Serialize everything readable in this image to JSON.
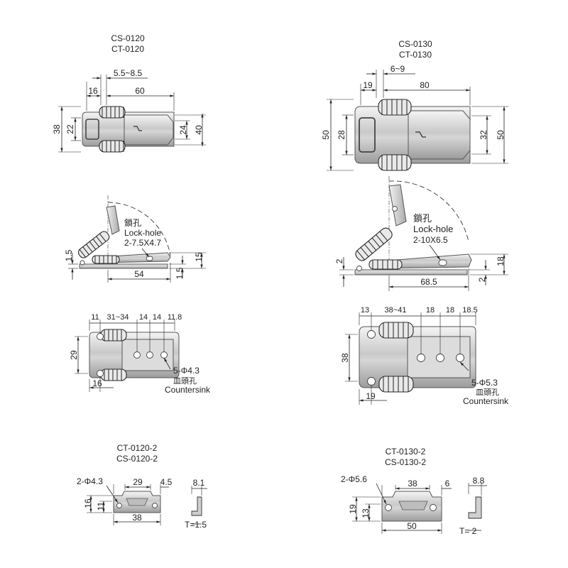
{
  "models": {
    "left": {
      "title_1": "CS-0120",
      "title_2": "CT-0120"
    },
    "right": {
      "title_1": "CS-0130",
      "title_2": "CT-0130"
    },
    "left_plate": {
      "title_1": "CT-0120-2",
      "title_2": "CS-0120-2"
    },
    "right_plate": {
      "title_1": "CT-0130-2",
      "title_2": "CS-0130-2"
    }
  },
  "left_top": {
    "range": "5.5~8.5",
    "a": "16",
    "b": "60",
    "h1": "38",
    "h2": "22",
    "h3": "24",
    "h4": "40"
  },
  "right_top": {
    "range": "6~9",
    "a": "19",
    "b": "80",
    "h1": "50",
    "h2": "28",
    "h3": "32",
    "h4": "50"
  },
  "left_side": {
    "lock_cn": "鎖孔",
    "lock_en": "Lock-hole",
    "lock_size": "2-7.5X4.7",
    "d1": "1.5",
    "d2": "15",
    "d3": "54",
    "d4": "1.5"
  },
  "right_side": {
    "lock_cn": "鎖孔",
    "lock_en": "Lock-hole",
    "lock_size": "2-10X6.5",
    "d1": "2",
    "d2": "18",
    "d3": "68.5",
    "d4": "2"
  },
  "left_mount": {
    "a": "11",
    "b": "31~34",
    "c": "14",
    "d": "14",
    "e": "11.8",
    "h": "29",
    "w": "16",
    "hole": "5-Φ4.3",
    "cn": "皿頭孔",
    "en": "Countersink"
  },
  "right_mount": {
    "a": "13",
    "b": "38~41",
    "c": "18",
    "d": "18",
    "e": "18.5",
    "h": "38",
    "w": "19",
    "hole": "5-Φ5.3",
    "cn": "皿頭孔",
    "en": "Countersink"
  },
  "left_bracket": {
    "hole": "2-Φ4.3",
    "a": "29",
    "b": "4.5",
    "h1": "16",
    "h2": "11",
    "w": "38",
    "t1": "8.1",
    "thick": "T=1.5"
  },
  "right_bracket": {
    "hole": "2-Φ5.6",
    "a": "38",
    "b": "6",
    "h1": "19",
    "h2": "13",
    "w": "50",
    "t1": "8.8",
    "thick": "T= 2"
  }
}
